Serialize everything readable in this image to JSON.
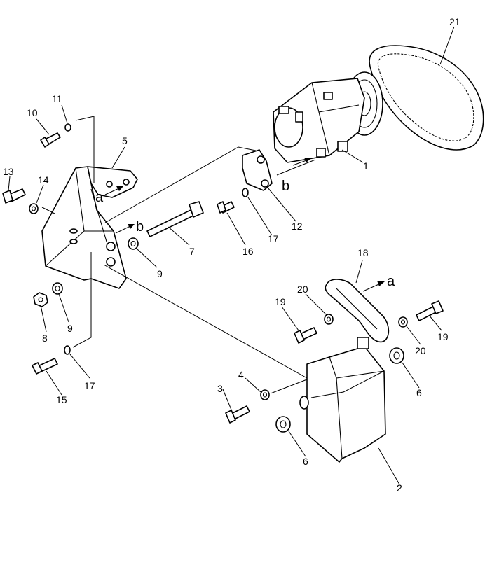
{
  "diagram": {
    "callouts": [
      {
        "id": "c21",
        "text": "21"
      },
      {
        "id": "c11",
        "text": "11"
      },
      {
        "id": "c10",
        "text": "10"
      },
      {
        "id": "c5",
        "text": "5"
      },
      {
        "id": "c13",
        "text": "13"
      },
      {
        "id": "c14",
        "text": "14"
      },
      {
        "id": "c1",
        "text": "1"
      },
      {
        "id": "c12",
        "text": "12"
      },
      {
        "id": "c7",
        "text": "7"
      },
      {
        "id": "c16",
        "text": "16"
      },
      {
        "id": "c17a",
        "text": "17"
      },
      {
        "id": "c9a",
        "text": "9"
      },
      {
        "id": "c8",
        "text": "8"
      },
      {
        "id": "c9b",
        "text": "9"
      },
      {
        "id": "c18",
        "text": "18"
      },
      {
        "id": "c19a",
        "text": "19"
      },
      {
        "id": "c20a",
        "text": "20"
      },
      {
        "id": "c19b",
        "text": "19"
      },
      {
        "id": "c20b",
        "text": "20"
      },
      {
        "id": "c17b",
        "text": "17"
      },
      {
        "id": "c15",
        "text": "15"
      },
      {
        "id": "c4",
        "text": "4"
      },
      {
        "id": "c3",
        "text": "3"
      },
      {
        "id": "c6a",
        "text": "6"
      },
      {
        "id": "c6b",
        "text": "6"
      },
      {
        "id": "c2",
        "text": "2"
      }
    ],
    "arrow_labels": {
      "a_bracket": "a",
      "b_bracket": "b",
      "b_compressor": "b",
      "a_strap": "a"
    }
  }
}
